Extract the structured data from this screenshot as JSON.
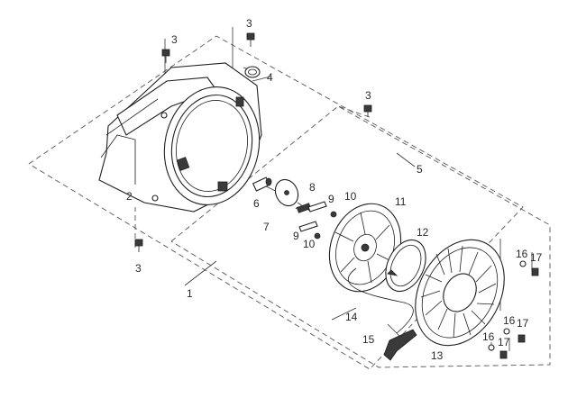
{
  "callouts": {
    "c1": "1",
    "c2": "2",
    "c3a": "3",
    "c3b": "3",
    "c3c": "3",
    "c3d": "3",
    "c4": "4",
    "c5": "5",
    "c6": "6",
    "c7": "7",
    "c8": "8",
    "c9a": "9",
    "c9b": "9",
    "c10a": "10",
    "c10b": "10",
    "c11": "11",
    "c12": "12",
    "c13": "13",
    "c14": "14",
    "c15": "15",
    "c16a": "16",
    "c16b": "16",
    "c16c": "16",
    "c17a": "17",
    "c17b": "17",
    "c17c": "17"
  },
  "parts": [
    {
      "id": "blower-housing",
      "callouts": [
        "1",
        "2"
      ]
    },
    {
      "id": "bolt",
      "callouts": [
        "3"
      ]
    },
    {
      "id": "grommet-ring",
      "callouts": [
        "4"
      ]
    },
    {
      "id": "recoil-starter-assembly",
      "callouts": [
        "5"
      ]
    },
    {
      "id": "starter-cup-nut",
      "callouts": [
        "6"
      ]
    },
    {
      "id": "ratchet-plate",
      "callouts": [
        "7"
      ]
    },
    {
      "id": "ratchet-spring",
      "callouts": [
        "8"
      ]
    },
    {
      "id": "pawl",
      "callouts": [
        "9"
      ]
    },
    {
      "id": "pawl-spring",
      "callouts": [
        "10"
      ]
    },
    {
      "id": "starter-pulley",
      "callouts": [
        "11"
      ]
    },
    {
      "id": "recoil-spring",
      "callouts": [
        "12"
      ]
    },
    {
      "id": "starter-case",
      "callouts": [
        "13"
      ]
    },
    {
      "id": "starter-rope",
      "callouts": [
        "14"
      ]
    },
    {
      "id": "starter-handle",
      "callouts": [
        "15"
      ]
    },
    {
      "id": "washer",
      "callouts": [
        "16"
      ]
    },
    {
      "id": "case-bolt",
      "callouts": [
        "17"
      ]
    }
  ]
}
